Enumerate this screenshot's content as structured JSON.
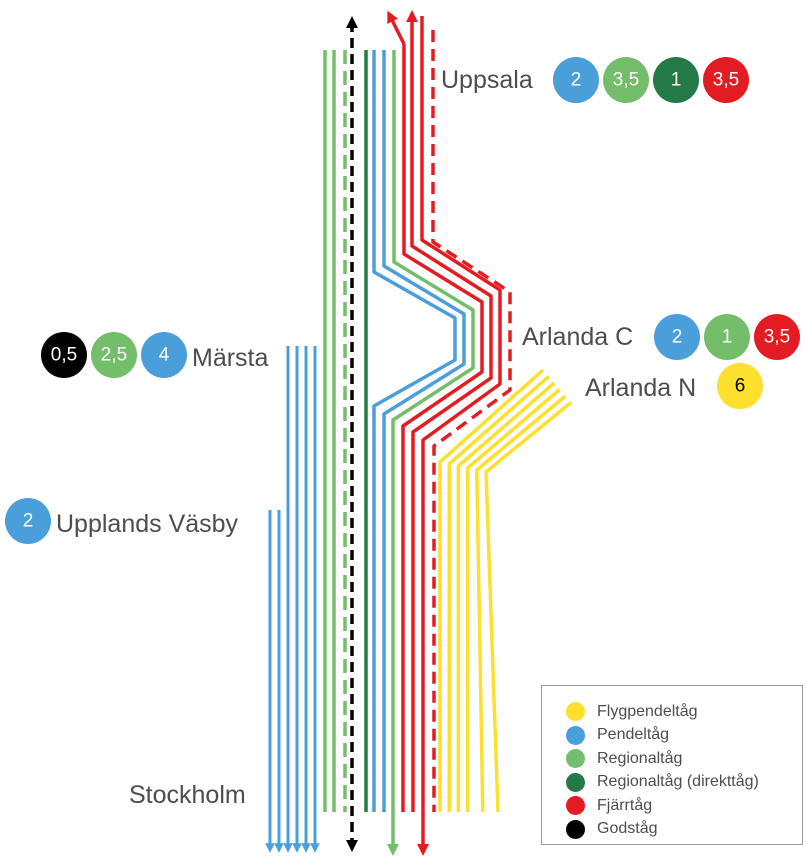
{
  "colors": {
    "flyg": "#fddf2d",
    "pendel": "#4a9fdb",
    "regional": "#74bd6a",
    "direkt": "#237a47",
    "fjarr": "#e31c23",
    "gods": "#000000",
    "label": "#4d4d4d"
  },
  "stations": {
    "uppsala": {
      "name": "Uppsala",
      "badges": [
        {
          "value": "2",
          "category": "pendel"
        },
        {
          "value": "3,5",
          "category": "regional"
        },
        {
          "value": "1",
          "category": "direkt"
        },
        {
          "value": "3,5",
          "category": "fjarr"
        }
      ]
    },
    "arlanda_c": {
      "name": "Arlanda C",
      "badges": [
        {
          "value": "2",
          "category": "pendel"
        },
        {
          "value": "1",
          "category": "regional"
        },
        {
          "value": "3,5",
          "category": "fjarr"
        }
      ]
    },
    "arlanda_n": {
      "name": "Arlanda N",
      "badges": [
        {
          "value": "6",
          "category": "flyg"
        }
      ]
    },
    "marsta": {
      "name": "Märsta",
      "badges": [
        {
          "value": "0,5",
          "category": "gods"
        },
        {
          "value": "2,5",
          "category": "regional"
        },
        {
          "value": "4",
          "category": "pendel"
        }
      ]
    },
    "upplands_vasby": {
      "name": "Upplands Väsby",
      "badges": [
        {
          "value": "2",
          "category": "pendel"
        }
      ]
    },
    "stockholm": {
      "name": "Stockholm",
      "badges": []
    }
  },
  "legend": {
    "items": [
      {
        "label": "Flygpendeltåg",
        "category": "flyg"
      },
      {
        "label": "Pendeltåg",
        "category": "pendel"
      },
      {
        "label": "Regionaltåg",
        "category": "regional"
      },
      {
        "label": "Regionaltåg (direkttåg)",
        "category": "direkt"
      },
      {
        "label": "Fjärrtåg",
        "category": "fjarr"
      },
      {
        "label": "Godståg",
        "category": "gods"
      }
    ]
  }
}
